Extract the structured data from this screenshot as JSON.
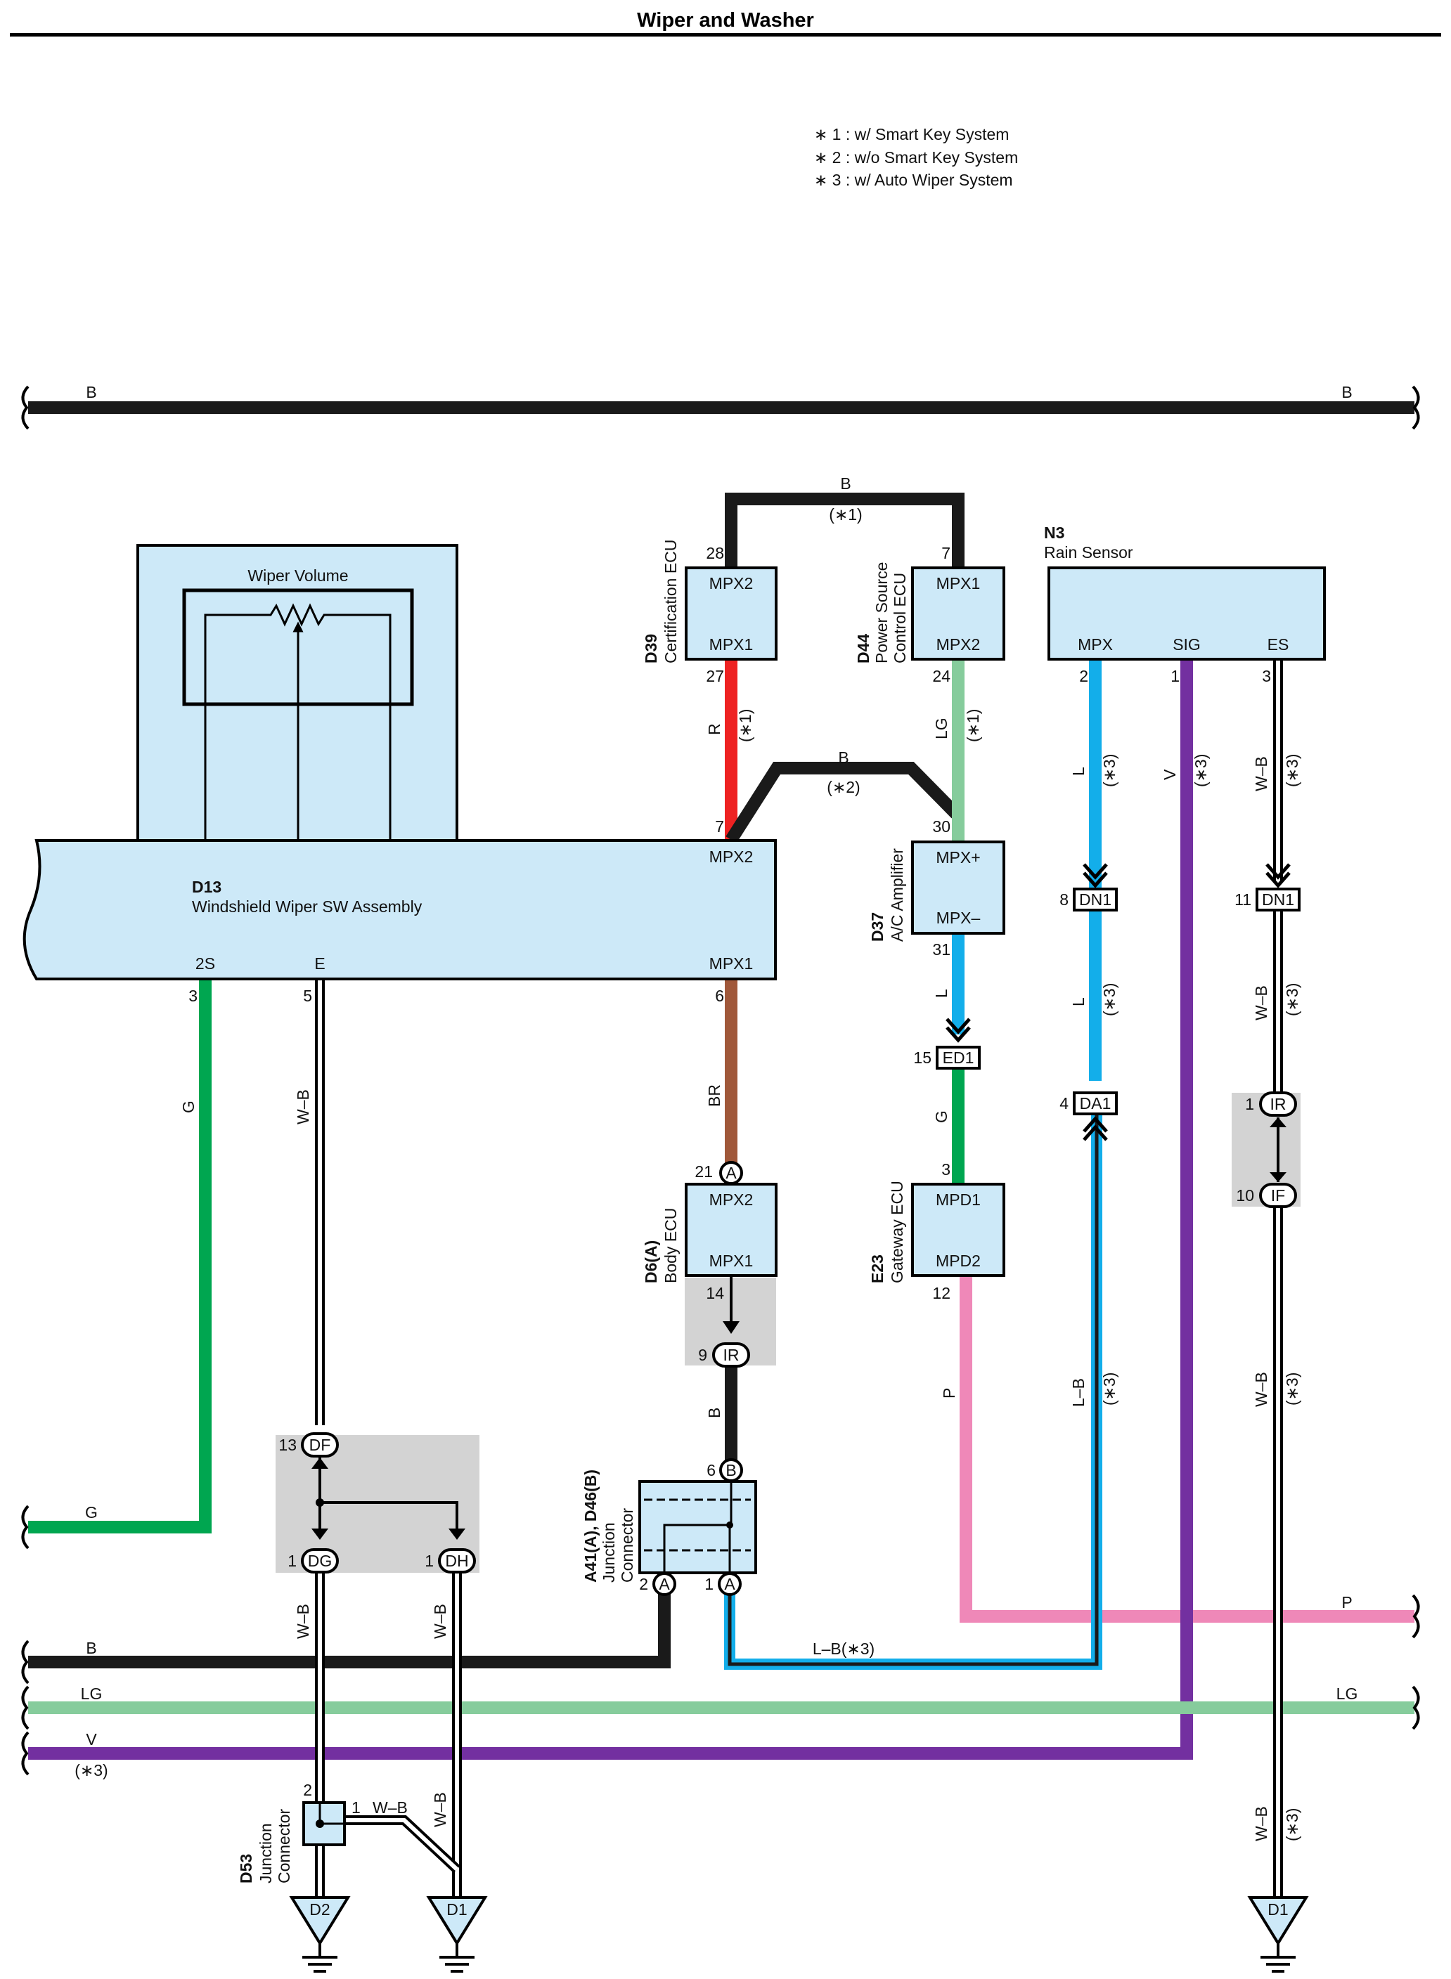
{
  "title": "Wiper and Washer",
  "notes": [
    "∗ 1 : w/ Smart Key System",
    "∗ 2 : w/o Smart Key System",
    "∗ 3 : w/ Auto Wiper System"
  ],
  "colors": {
    "B": "#1a1a1a",
    "R": "#ee2222",
    "LG": "#86cc9c",
    "L": "#13aeea",
    "V": "#7330a0",
    "G": "#00a650",
    "BR": "#a0583a",
    "P": "#ef88b8",
    "box_fill": "#cde9f8",
    "shade": "#d3d3d3"
  },
  "wire_labels": {
    "b_top_left": "B",
    "b_top_right": "B",
    "b_star1": "B",
    "note1_top": "(∗1)",
    "r": "R",
    "note1_r": "(∗1)",
    "lg_d44": "LG",
    "note1_lg": "(∗1)",
    "b_star2": "B",
    "note2": "(∗2)",
    "l_n3": "L",
    "note3_l": "(∗3)",
    "v_n3": "V",
    "note3_v": "(∗3)",
    "wb_n3": "W–B",
    "note3_wb": "(∗3)",
    "l_d37": "L",
    "g_ed1": "G",
    "l_mid": "L",
    "note3_lmid": "(∗3)",
    "wb_mid": "W–B",
    "note3_wbmid": "(∗3)",
    "g_d13": "G",
    "wb_d13": "W–B",
    "br": "BR",
    "b_ir": "B",
    "p_e23": "P",
    "lb": "L–B",
    "note3_lb": "(∗3)",
    "wb_low": "W–B",
    "note3_wblow": "(∗3)",
    "g_left": "G",
    "b_left": "B",
    "lg_left": "LG",
    "v_left": "V",
    "note3_vleft": "(∗3)",
    "p_right": "P",
    "lg_right": "LG",
    "lb_bottom": "L–B(∗3)",
    "wb_dg": "W–B",
    "wb_dh": "W–B",
    "wb_d53": "W–B",
    "wb_d53b": "W–B",
    "wb_bottom": "W–B",
    "note3_wbbottom": "(∗3)"
  },
  "components": {
    "d13": {
      "code": "D13",
      "name": "Windshield Wiper SW Assembly",
      "mpx2": "MPX2",
      "mpx1": "MPX1",
      "t2s": "2S",
      "te": "E",
      "pin3": "3",
      "pin5": "5",
      "pin6": "6",
      "pin7": "7"
    },
    "wiper_volume": {
      "name": "Wiper Volume"
    },
    "d39": {
      "code": "D39",
      "name": "Certification ECU",
      "mpx2": "MPX2",
      "mpx1": "MPX1",
      "pin_top": "28",
      "pin_bot": "27"
    },
    "d44": {
      "code": "D44",
      "name1": "Power Source",
      "name2": "Control ECU",
      "mpx1": "MPX1",
      "mpx2": "MPX2",
      "pin_top": "7",
      "pin_bot": "24"
    },
    "n3": {
      "code": "N3",
      "name": "Rain Sensor",
      "mpx": "MPX",
      "sig": "SIG",
      "es": "ES",
      "pin_mpx": "2",
      "pin_sig": "1",
      "pin_es": "3"
    },
    "d37": {
      "code": "D37",
      "name": "A/C Amplifier",
      "mpxp": "MPX+",
      "mpxm": "MPX–",
      "pin_top": "30",
      "pin_bot": "31"
    },
    "d6": {
      "code": "D6(A)",
      "name": "Body ECU",
      "mpx2": "MPX2",
      "mpx1": "MPX1",
      "pin_top": "21",
      "pin_a": "A",
      "pin_bot": "14"
    },
    "e23": {
      "code": "E23",
      "name": "Gateway ECU",
      "mpd1": "MPD1",
      "mpd2": "MPD2",
      "pin_top": "3",
      "pin_bot": "12"
    },
    "jc": {
      "code": "A41(A), D46(B)",
      "name1": "Junction",
      "name2": "Connector",
      "pin6": "6",
      "pinB": "B",
      "pin2": "2",
      "pinA2": "A",
      "pin1": "1",
      "pinA1": "A"
    },
    "d53": {
      "code": "D53",
      "name1": "Junction",
      "name2": "Connector",
      "pin2": "2",
      "pin1": "1"
    }
  },
  "connectors": {
    "dn1_l": {
      "id": "DN1",
      "pin": "8"
    },
    "dn1_r": {
      "id": "DN1",
      "pin": "11"
    },
    "ed1": {
      "id": "ED1",
      "pin": "15"
    },
    "da1": {
      "id": "DA1",
      "pin": "4"
    },
    "ir_r": {
      "id": "IR",
      "pin": "1"
    },
    "if_r": {
      "id": "IF",
      "pin": "10"
    },
    "ir_d6": {
      "id": "IR",
      "pin": "9"
    },
    "df": {
      "id": "DF",
      "pin": "13"
    },
    "dg": {
      "id": "DG",
      "pin": "1"
    },
    "dh": {
      "id": "DH",
      "pin": "1"
    }
  },
  "grounds": {
    "d2": "D2",
    "d1a": "D1",
    "d1b": "D1"
  }
}
